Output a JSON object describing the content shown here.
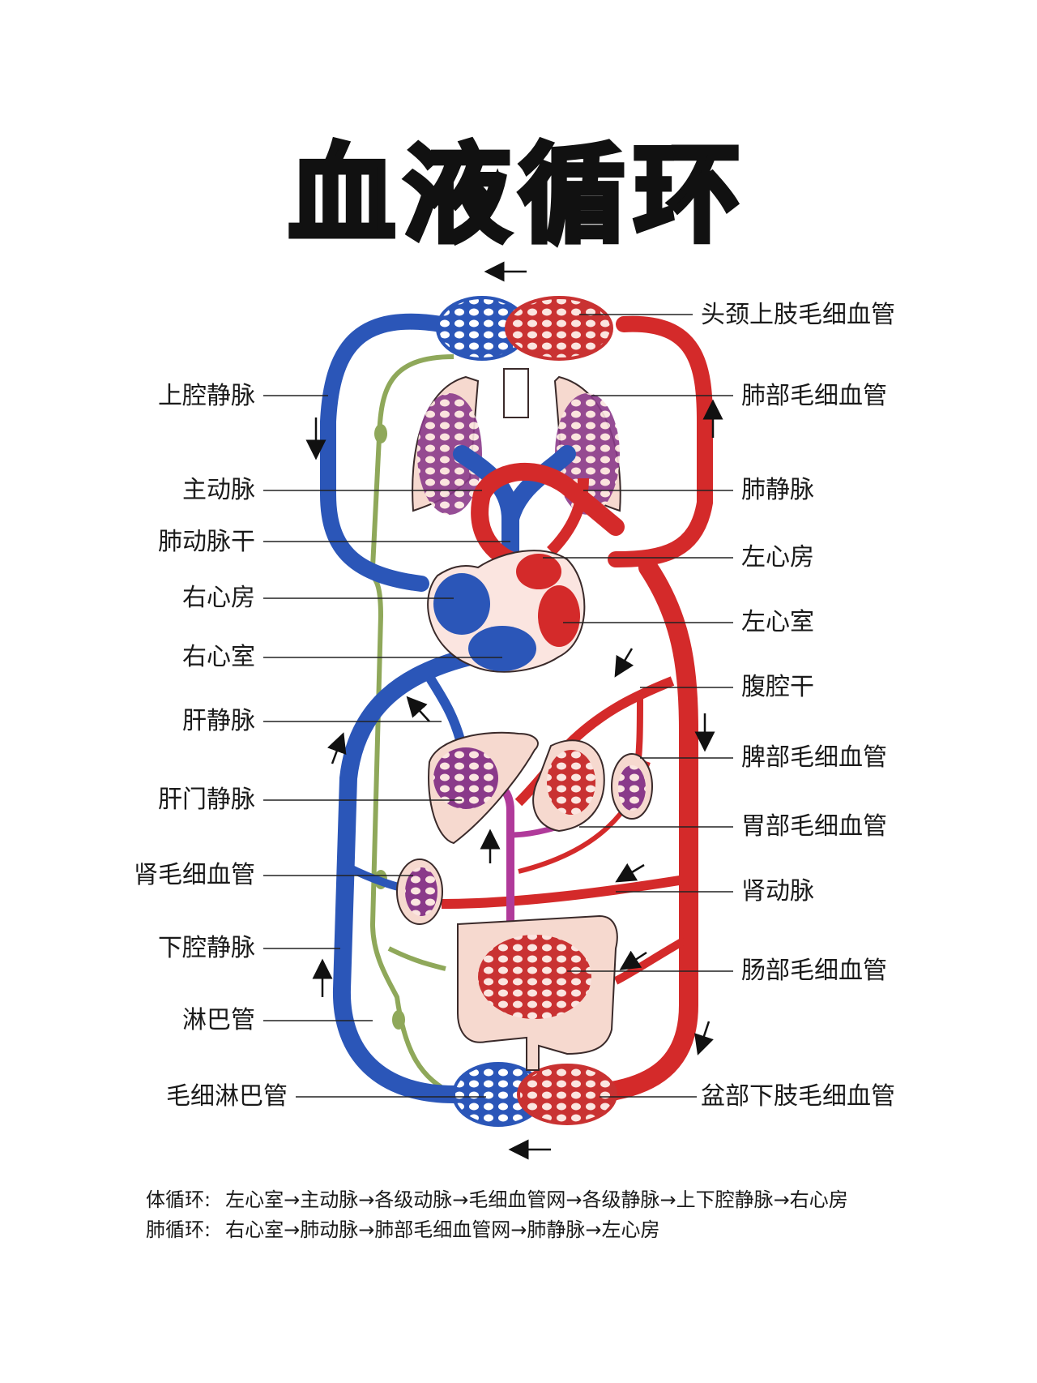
{
  "title": "血液循环",
  "labels_left": [
    "上腔静脉",
    "主动脉",
    "肺动脉干",
    "右心房",
    "右心室",
    "肝静脉",
    "肝门静脉",
    "肾毛细血管",
    "下腔静脉",
    "淋巴管",
    "毛细淋巴管"
  ],
  "labels_right": [
    "头颈上肢毛细血管",
    "肺部毛细血管",
    "肺静脉",
    "左心房",
    "左心室",
    "腹腔干",
    "脾部毛细血管",
    "胃部毛细血管",
    "肾动脉",
    "肠部毛细血管",
    "盆部下肢毛细血管"
  ],
  "summary": {
    "systemic_key": "体循环:",
    "systemic": "左心室→主动脉→各级动脉→毛细血管网→各级静脉→上下腔静脉→右心房",
    "pulmonary_key": "肺循环:",
    "pulmonary": "右心室→肺动脉→肺部毛细血管网→肺静脉→左心房"
  },
  "colors": {
    "arterial": "#d42a2a",
    "venous": "#2b56b8",
    "lymph": "#8fa85a",
    "portal": "#b03a9a",
    "organ_fill": "#f6d9cf"
  }
}
